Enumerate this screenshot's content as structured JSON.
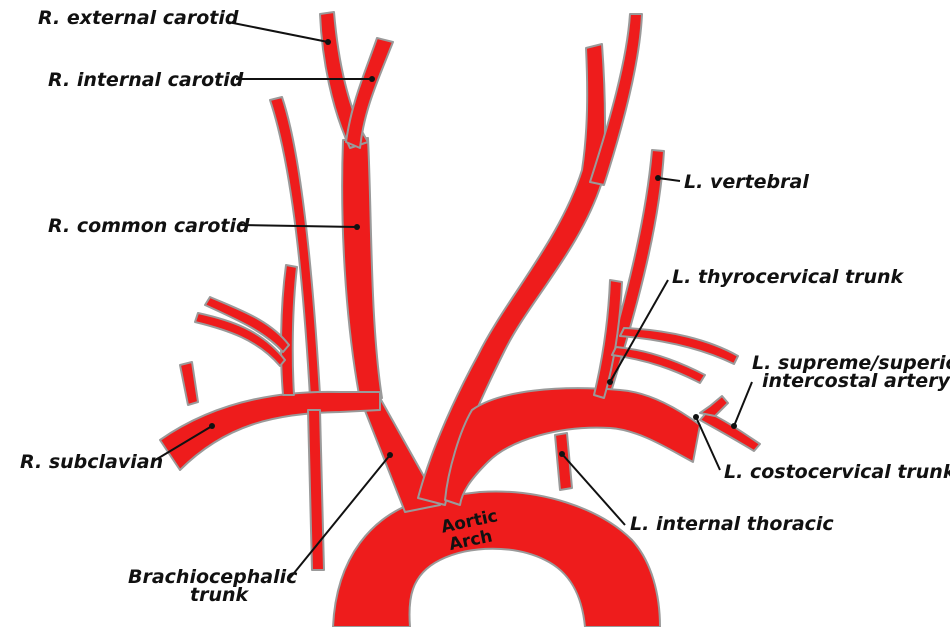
{
  "diagram": {
    "vessel_color": "#ee1c1c",
    "outline_color": "#9a9a9a",
    "labels": {
      "r_external_carotid": "R. external carotid",
      "r_internal_carotid": "R. internal carotid",
      "r_common_carotid": "R. common carotid",
      "r_subclavian": "R. subclavian",
      "brachiocephalic_line1": "Brachiocephalic",
      "brachiocephalic_line2": "trunk",
      "aortic_line1": "Aortic",
      "aortic_line2": "Arch",
      "l_vertebral": "L. vertebral",
      "l_thyrocervical": "L. thyrocervical trunk",
      "l_supreme_line1": "L. supreme/superior",
      "l_supreme_line2": "intercostal artery",
      "l_costocervical": "L. costocervical trunk",
      "l_internal_thoracic": "L. internal thoracic"
    }
  }
}
